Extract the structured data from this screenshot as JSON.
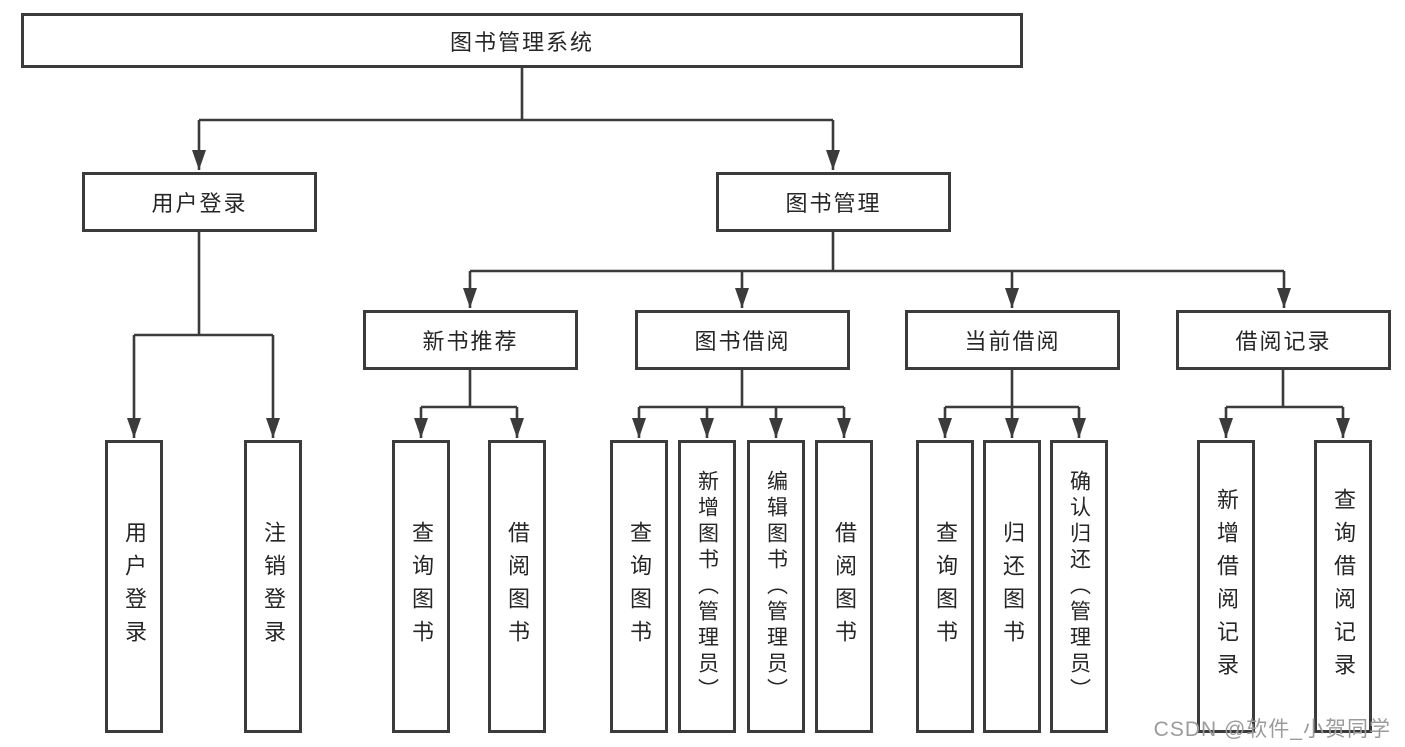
{
  "diagram": {
    "type": "hierarchy-tree",
    "root": {
      "label": "图书管理系统"
    },
    "level2": [
      {
        "label": "用户登录"
      },
      {
        "label": "图书管理"
      }
    ],
    "level3": [
      {
        "label": "新书推荐",
        "parent": "图书管理"
      },
      {
        "label": "图书借阅",
        "parent": "图书管理"
      },
      {
        "label": "当前借阅",
        "parent": "图书管理"
      },
      {
        "label": "借阅记录",
        "parent": "图书管理"
      }
    ],
    "leaves": [
      {
        "label": "用户登录",
        "parent": "用户登录"
      },
      {
        "label": "注销登录",
        "parent": "用户登录"
      },
      {
        "label": "查询图书",
        "parent": "新书推荐"
      },
      {
        "label": "借阅图书",
        "parent": "新书推荐"
      },
      {
        "label": "查询图书",
        "parent": "图书借阅"
      },
      {
        "label": "新增图书（管理员）",
        "parent": "图书借阅"
      },
      {
        "label": "编辑图书（管理员）",
        "parent": "图书借阅"
      },
      {
        "label": "借阅图书",
        "parent": "图书借阅"
      },
      {
        "label": "查询图书",
        "parent": "当前借阅"
      },
      {
        "label": "归还图书",
        "parent": "当前借阅"
      },
      {
        "label": "确认归还（管理员）",
        "parent": "当前借阅"
      },
      {
        "label": "新增借阅记录",
        "parent": "借阅记录"
      },
      {
        "label": "查询借阅记录",
        "parent": "借阅记录"
      }
    ]
  },
  "watermark": {
    "text": "CSDN @软件_小贺同学"
  },
  "colors": {
    "line": "#3b3b3b",
    "text": "#262626",
    "background": "#ffffff",
    "watermark": "#9b9b9b"
  }
}
